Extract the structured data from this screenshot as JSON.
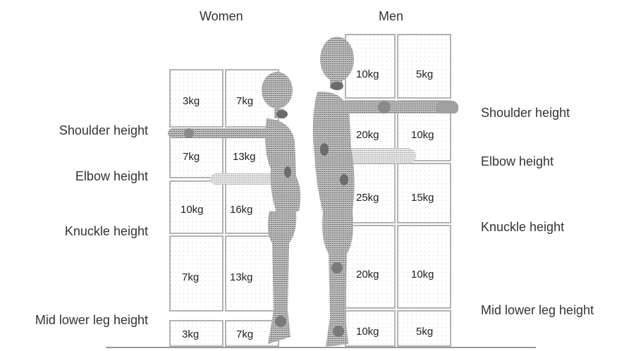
{
  "headings": {
    "women": "Women",
    "men": "Men"
  },
  "women_labels": [
    "Shoulder height",
    "Elbow height",
    "Knuckle height",
    "Mid lower leg height"
  ],
  "men_labels": [
    "Shoulder height",
    "Elbow height",
    "Knuckle height",
    "Mid lower leg height"
  ],
  "women_grid": [
    [
      "3kg",
      "7kg"
    ],
    [
      "7kg",
      "13kg"
    ],
    [
      "10kg",
      "16kg"
    ],
    [
      "7kg",
      "13kg"
    ],
    [
      "3kg",
      "7kg"
    ]
  ],
  "men_grid": [
    [
      "10kg",
      "5kg"
    ],
    [
      "20kg",
      "10kg"
    ],
    [
      "25kg",
      "15kg"
    ],
    [
      "20kg",
      "10kg"
    ],
    [
      "10kg",
      "5kg"
    ]
  ],
  "colors": {
    "grid_stroke": "#9a9a9a",
    "figure": "#9b9b9b",
    "figure_arm": "#c8c8c8",
    "dot": "#cfcfcf"
  }
}
